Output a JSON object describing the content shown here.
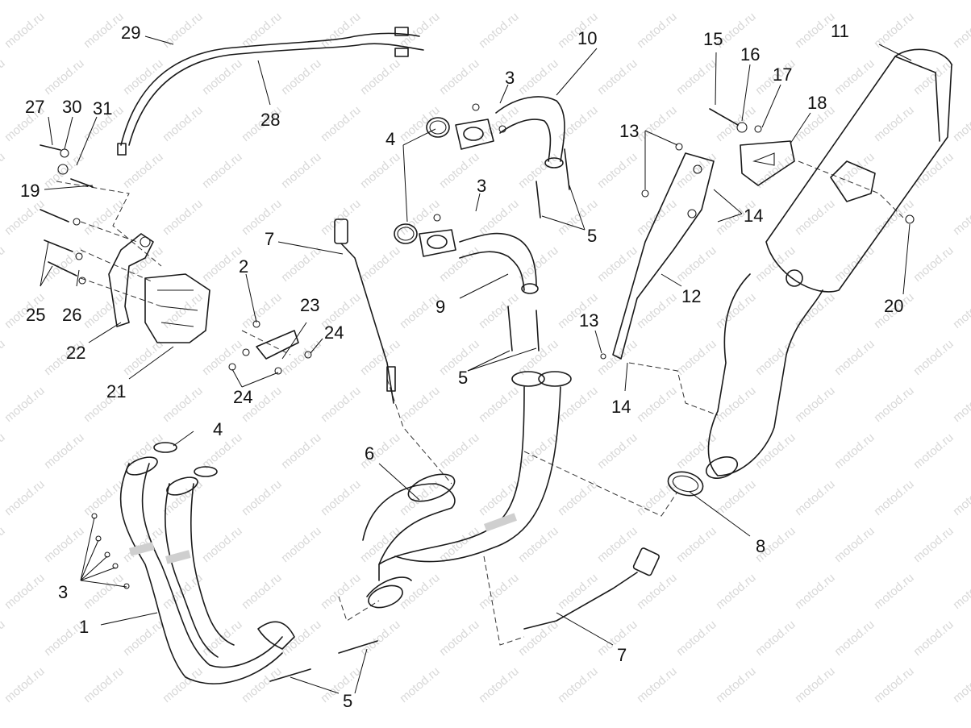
{
  "watermark": "motod.ru",
  "callouts": {
    "c1": "1",
    "c2": "2",
    "c3a": "3",
    "c3b": "3",
    "c3c": "3",
    "c4a": "4",
    "c4b": "4",
    "c5a": "5",
    "c5b": "5",
    "c5c": "5",
    "c6": "6",
    "c7a": "7",
    "c7b": "7",
    "c8": "8",
    "c9": "9",
    "c10": "10",
    "c11": "11",
    "c12": "12",
    "c13a": "13",
    "c13b": "13",
    "c14a": "14",
    "c14b": "14",
    "c15": "15",
    "c16": "16",
    "c17": "17",
    "c18": "18",
    "c19": "19",
    "c20": "20",
    "c21": "21",
    "c22": "22",
    "c23": "23",
    "c24a": "24",
    "c24b": "24",
    "c25": "25",
    "c26": "26",
    "c27": "27",
    "c28": "28",
    "c29": "29",
    "c30": "30",
    "c31": "31"
  }
}
